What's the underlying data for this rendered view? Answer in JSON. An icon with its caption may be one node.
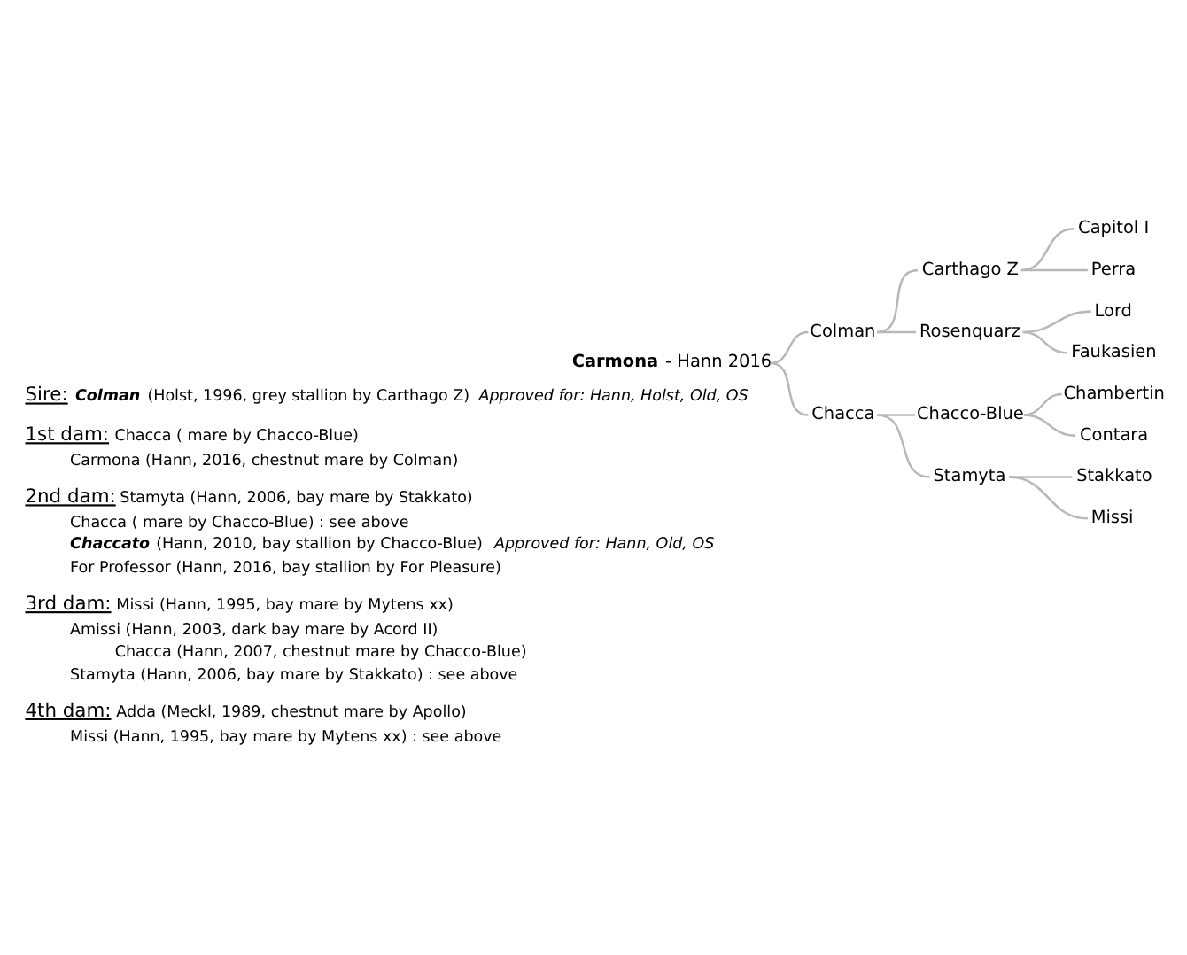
{
  "diagram": {
    "nodes": [
      {
        "text": [
          "**Carmona** - Hann 2016"
        ]
      },
      {
        "text": [
          "Colman"
        ]
      },
      {
        "text": [
          "Chacca"
        ]
      },
      {
        "text": [
          "Carthago Z"
        ]
      },
      {
        "text": [
          "Rosenquarz"
        ]
      },
      {
        "text": [
          "Chacco-Blue"
        ]
      },
      {
        "text": [
          "Stamyta"
        ]
      },
      {
        "text": [
          "Capitol I"
        ]
      },
      {
        "text": [
          "Perra"
        ]
      },
      {
        "text": [
          "Lord"
        ]
      },
      {
        "text": [
          "Faukasien"
        ]
      },
      {
        "text": [
          "Chambertin"
        ]
      },
      {
        "text": [
          "Contara"
        ]
      },
      {
        "text": [
          "Stakkato"
        ]
      },
      {
        "text": [
          "Missi"
        ]
      }
    ],
    "edges": [
      {
        "from": 0,
        "to": 1,
        "arrow": "none"
      },
      {
        "from": 0,
        "to": 2,
        "arrow": "none"
      },
      {
        "from": 1,
        "to": 3,
        "arrow": "none"
      },
      {
        "from": 1,
        "to": 4,
        "arrow": "none"
      },
      {
        "from": 2,
        "to": 5,
        "arrow": "none"
      },
      {
        "from": 2,
        "to": 6,
        "arrow": "none"
      },
      {
        "from": 3,
        "to": 7,
        "arrow": "none"
      },
      {
        "from": 3,
        "to": 8,
        "arrow": "none"
      },
      {
        "from": 4,
        "to": 9,
        "arrow": "none"
      },
      {
        "from": 4,
        "to": 10,
        "arrow": "none"
      },
      {
        "from": 5,
        "to": 11,
        "arrow": "none"
      },
      {
        "from": 5,
        "to": 12,
        "arrow": "none"
      },
      {
        "from": 6,
        "to": 13,
        "arrow": "none"
      },
      {
        "from": 6,
        "to": 14,
        "arrow": "none"
      }
    ],
    "labels": [
      "Sire: **Colman** (Holst, 1996, grey stallion by Carthago Z) *Approved for: Hann, Holst, Old, OS*",
      "1st dam: Chacca ( mare by Chacco-Blue)",
      "Carmona (Hann, 2016, chestnut mare by Colman)",
      "2nd dam: Stamyta (Hann, 2006, bay mare by Stakkato)",
      "Chacca ( mare by Chacco-Blue) : see above",
      "**Chaccato** (Hann, 2010, bay stallion by Chacco-Blue) *Approved for: Hann, Old, OS*",
      "For Professor (Hann, 2016, bay stallion by For Pleasure)",
      "3rd dam: Missi (Hann, 1995, bay mare by Mytens xx)",
      "Amissi (Hann, 2003, dark bay mare by Acord II)",
      "Chacca (Hann, 2007, chestnut mare by Chacco-Blue)",
      "Stamyta (Hann, 2006, bay mare by Stakkato) : see above",
      "4th dam: Adda (Meckl, 1989, chestnut mare by Apollo)",
      "Missi (Hann, 1995, bay mare by Mytens xx) : see above"
    ]
  }
}
